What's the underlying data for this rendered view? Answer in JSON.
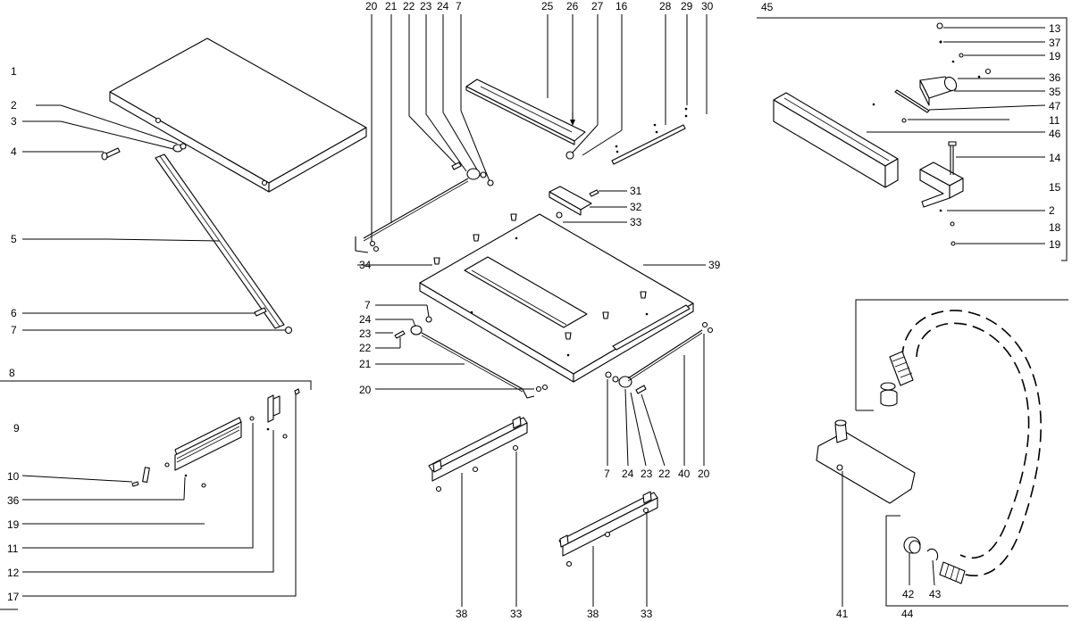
{
  "labels": {
    "l1": "1",
    "l2": "2",
    "l3": "3",
    "l4": "4",
    "l5": "5",
    "l6": "6",
    "l7": "7",
    "l8": "8",
    "l9": "9",
    "l10": "10",
    "l36": "36",
    "l19": "19",
    "l11": "11",
    "l12": "12",
    "l17": "17",
    "t20": "20",
    "t21": "21",
    "t22": "22",
    "t23": "23",
    "t24": "24",
    "t7": "7",
    "t25": "25",
    "t26": "26",
    "t27": "27",
    "t16": "16",
    "t28": "28",
    "t29": "29",
    "t30": "30",
    "c31": "31",
    "c32": "32",
    "c33": "33",
    "c34": "34",
    "c39": "39",
    "c7": "7",
    "c24": "24",
    "c23": "23",
    "c22": "22",
    "c21": "21",
    "c20": "20",
    "b7": "7",
    "b24": "24",
    "b23": "23",
    "b22": "22",
    "b40": "40",
    "b20": "20",
    "b38a": "38",
    "b33a": "33",
    "b38b": "38",
    "b33b": "33",
    "r45": "45",
    "r13": "13",
    "r37": "37",
    "r19a": "19",
    "r36": "36",
    "r35": "35",
    "r47": "47",
    "r11": "11",
    "r46": "46",
    "r14": "14",
    "r15": "15",
    "r2": "2",
    "r18": "18",
    "r19b": "19",
    "h41": "41",
    "h44": "44",
    "h42": "42",
    "h43": "43"
  }
}
